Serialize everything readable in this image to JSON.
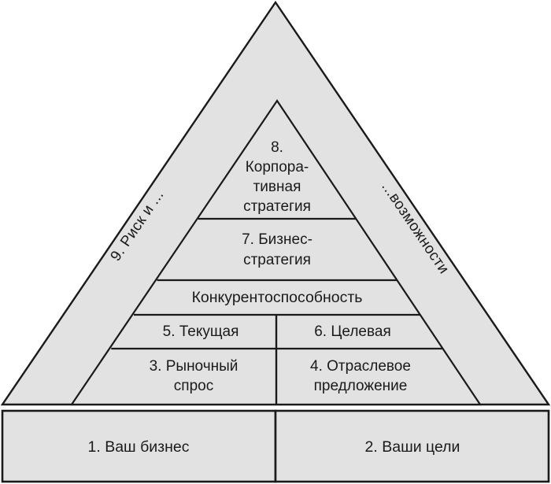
{
  "diagram": {
    "type": "pyramid",
    "title_visible": false,
    "colors": {
      "fill": "#e2e2e2",
      "stroke": "#1a1a1a",
      "text": "#1a1a1a",
      "background": "#ffffff"
    },
    "apex_block": {
      "number": "8.",
      "lines": [
        "8.",
        "Корпора-",
        "тивная",
        "стратегия"
      ]
    },
    "band_business_strategy": {
      "lines": [
        "7. Бизнес-",
        "стратегия"
      ]
    },
    "band_competitiveness": {
      "label": "Конкурентоспособность"
    },
    "row_middle": [
      {
        "label": "5. Текущая"
      },
      {
        "label": "6. Целевая"
      }
    ],
    "row_lower": [
      {
        "lines": [
          "3. Рыночный",
          "спрос"
        ]
      },
      {
        "lines": [
          "4. Отраслевое",
          "предложение"
        ]
      }
    ],
    "left_edge_label": "9. Риск и ...",
    "right_edge_label": "...возможности",
    "base_boxes": [
      {
        "label": "1. Ваш бизнес"
      },
      {
        "label": "2. Ваши цели"
      }
    ]
  }
}
